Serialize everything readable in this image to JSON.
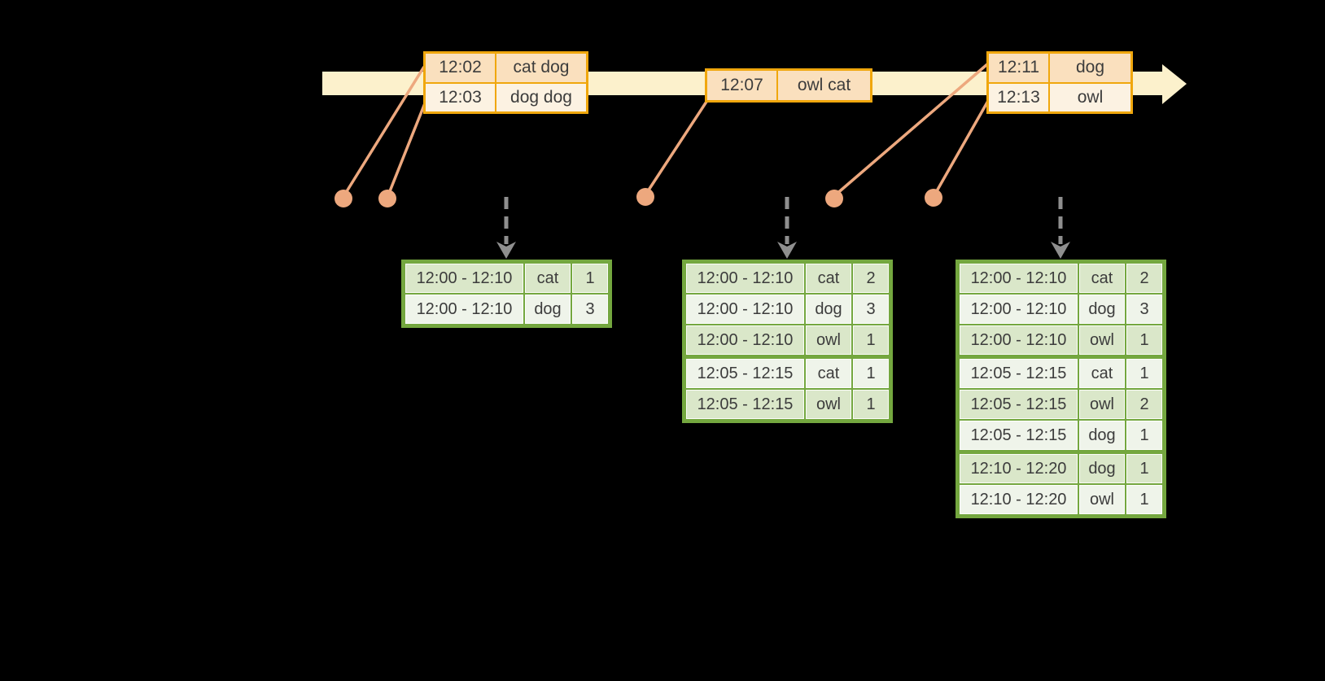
{
  "diagram": "streaming-windowed-word-count",
  "colors": {
    "background": "#000000",
    "timeline_band": "#FCF1CC",
    "event_table_border": "#F0A70D",
    "event_row_dark": "#FAE0BE",
    "event_row_light": "#FCF2E2",
    "connector_salmon": "#EDA87E",
    "result_table_border": "#74A73F",
    "result_row_dark": "#DAE7C9",
    "result_row_light": "#EFF4EA",
    "trigger_arrow_gray": "#8F8F8F",
    "text": "#3C3C3C"
  },
  "event_tables": [
    {
      "rows": [
        {
          "time": "12:02",
          "words": "cat dog"
        },
        {
          "time": "12:03",
          "words": "dog dog"
        }
      ]
    },
    {
      "rows": [
        {
          "time": "12:07",
          "words": "owl cat"
        }
      ]
    },
    {
      "rows": [
        {
          "time": "12:11",
          "words": "dog"
        },
        {
          "time": "12:13",
          "words": "owl"
        }
      ]
    }
  ],
  "result_tables": [
    {
      "rows": [
        {
          "window": "12:00 - 12:10",
          "word": "cat",
          "count": "1"
        },
        {
          "window": "12:00 - 12:10",
          "word": "dog",
          "count": "3"
        }
      ]
    },
    {
      "rows": [
        {
          "window": "12:00 - 12:10",
          "word": "cat",
          "count": "2"
        },
        {
          "window": "12:00 - 12:10",
          "word": "dog",
          "count": "3"
        },
        {
          "window": "12:00 - 12:10",
          "word": "owl",
          "count": "1"
        },
        {
          "window": "12:05 - 12:15",
          "word": "cat",
          "count": "1"
        },
        {
          "window": "12:05 - 12:15",
          "word": "owl",
          "count": "1"
        }
      ]
    },
    {
      "rows": [
        {
          "window": "12:00 - 12:10",
          "word": "cat",
          "count": "2"
        },
        {
          "window": "12:00 - 12:10",
          "word": "dog",
          "count": "3"
        },
        {
          "window": "12:00 - 12:10",
          "word": "owl",
          "count": "1"
        },
        {
          "window": "12:05 - 12:15",
          "word": "cat",
          "count": "1"
        },
        {
          "window": "12:05 - 12:15",
          "word": "owl",
          "count": "2"
        },
        {
          "window": "12:05 - 12:15",
          "word": "dog",
          "count": "1"
        },
        {
          "window": "12:10 - 12:20",
          "word": "dog",
          "count": "1"
        },
        {
          "window": "12:10 - 12:20",
          "word": "owl",
          "count": "1"
        }
      ]
    }
  ]
}
